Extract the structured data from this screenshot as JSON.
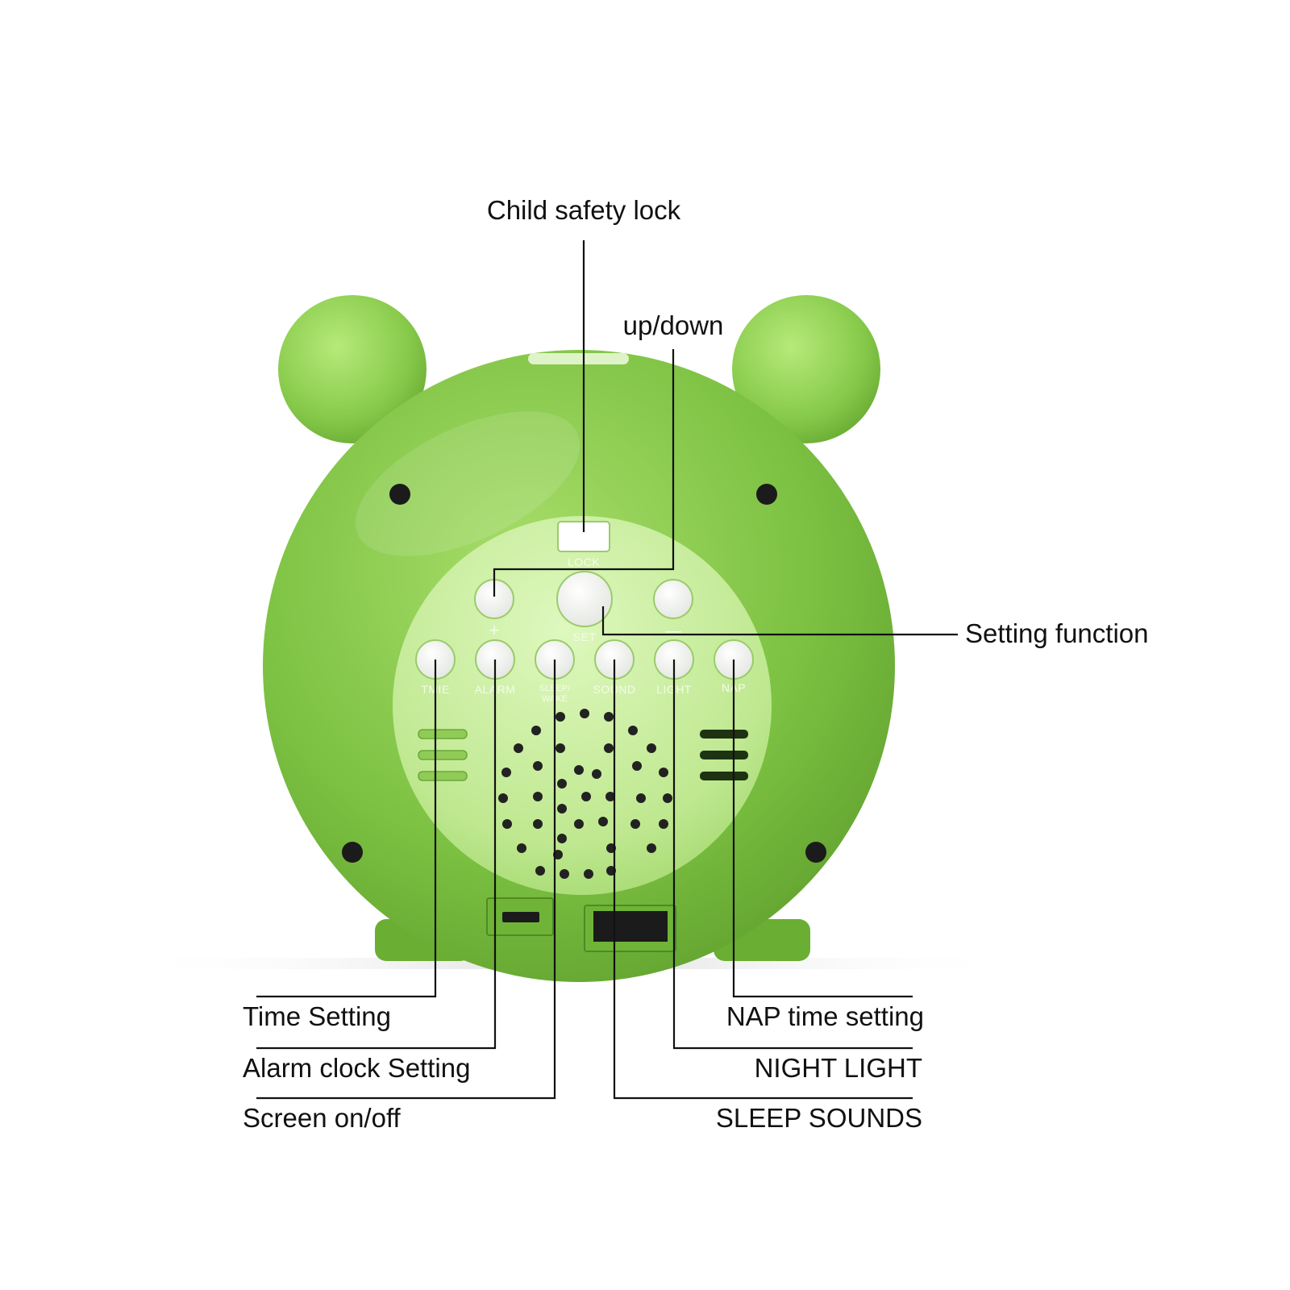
{
  "device": {
    "body_color": "#7cc142",
    "ear_color": "#8fd14e",
    "panel_color": "#c9ef9f"
  },
  "panel": {
    "lock_label": "LOCK",
    "plus_label": "+",
    "set_label": "SET",
    "minus_label": "—",
    "buttons": [
      "TMIE",
      "ALARM",
      "SLEEP/",
      "WAKE",
      "SOUND",
      "LIGHT",
      "NAP"
    ]
  },
  "callouts": {
    "child_safety_lock": "Child safety lock",
    "up_down": "up/down",
    "setting_function": "Setting function",
    "time_setting": "Time Setting",
    "alarm_clock_setting": "Alarm clock Setting",
    "screen_on_off": "Screen on/off",
    "nap_time_setting": "NAP time setting",
    "night_light": "NIGHT LIGHT",
    "sleep_sounds": "SLEEP SOUNDS"
  }
}
